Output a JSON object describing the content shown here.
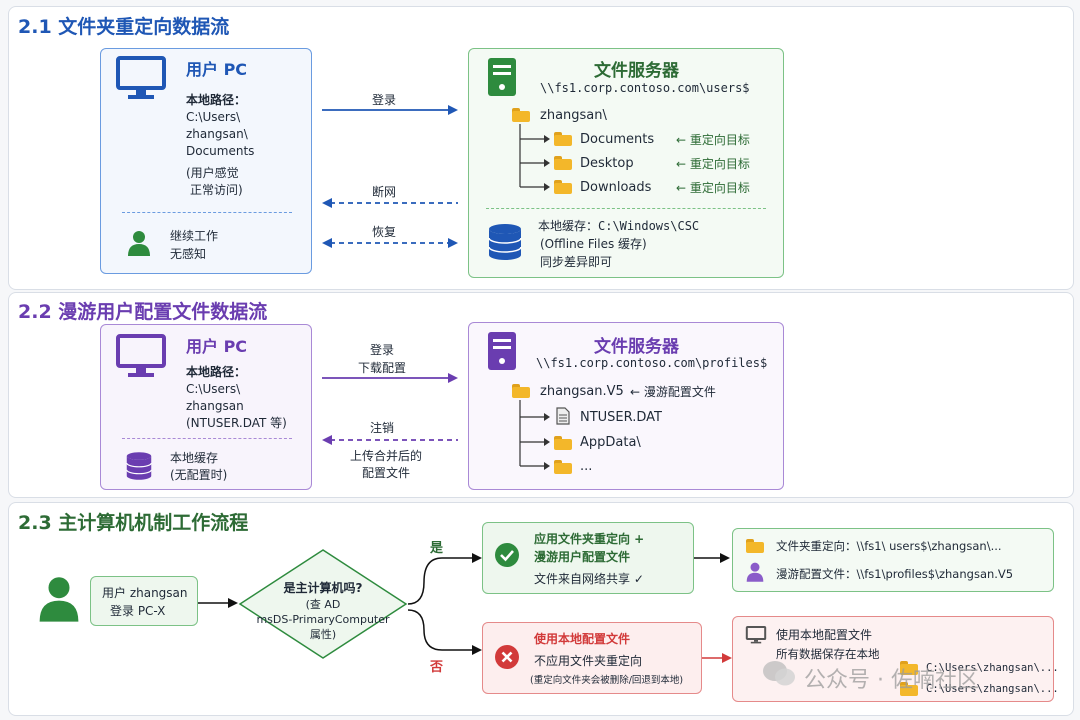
{
  "colors": {
    "blue": "#1f57b5",
    "green": "#2e8b3e",
    "purple": "#6a3db0",
    "red": "#d23a3a",
    "dark_green": "#2d6b35"
  },
  "s1": {
    "title": "2.1  文件夹重定向数据流",
    "pc": {
      "title": "用户 PC",
      "path_label": "本地路径：",
      "path_lines": [
        "C:\\Users\\",
        "zhangsan\\",
        "Documents"
      ],
      "note_lines": [
        "(用户感觉",
        "正常访问)"
      ],
      "work_lines": [
        "继续工作",
        "无感知"
      ]
    },
    "arrows": {
      "login": "登录",
      "offline": "断网",
      "restore": "恢复"
    },
    "server": {
      "title": "文件服务器",
      "path": "\\\\fs1.corp.contoso.com\\users$",
      "root": "zhangsan\\",
      "items": [
        {
          "name": "Documents",
          "tag": "← 重定向目标"
        },
        {
          "name": "Desktop",
          "tag": "← 重定向目标"
        },
        {
          "name": "Downloads",
          "tag": "← 重定向目标"
        }
      ],
      "cache_line1": "本地缓存：C:\\Windows\\CSC",
      "cache_line2": "(Offline Files 缓存)",
      "cache_line3": "同步差异即可"
    }
  },
  "s2": {
    "title": "2.2  漫游用户配置文件数据流",
    "pc": {
      "title": "用户 PC",
      "path_label": "本地路径：",
      "path_lines": [
        "C:\\Users\\",
        "zhangsan",
        "(NTUSER.DAT 等)"
      ],
      "cache_lines": [
        "本地缓存",
        "(无配置时)"
      ]
    },
    "arrows": {
      "login_lines": [
        "登录",
        "下载配置"
      ],
      "logout_lines": [
        "注销",
        "上传合并后的",
        "配置文件"
      ]
    },
    "server": {
      "title": "文件服务器",
      "path": "\\\\fs1.corp.contoso.com\\profiles$",
      "root": "zhangsan.V5",
      "root_tag": "← 漫游配置文件",
      "items": [
        "NTUSER.DAT",
        "AppData\\",
        "..."
      ]
    }
  },
  "s3": {
    "title": "2.3  主计算机机制工作流程",
    "user_lines": [
      "用户 zhangsan",
      "登录 PC-X"
    ],
    "decision_lines": [
      "是主计算机吗?",
      "(查 AD",
      "msDS-PrimaryComputer",
      "属性)"
    ],
    "yes": "是",
    "no": "否",
    "yes_box": {
      "lines": [
        "应用文件夹重定向 +",
        "漫游用户配置文件"
      ],
      "sub": "文件来自网络共享 ✓"
    },
    "no_box": {
      "title": "使用本地配置文件",
      "line2": "不应用文件夹重定向",
      "line3": "(重定向文件夹会被删除/回退到本地)"
    },
    "yes_result": {
      "fr": "文件夹重定向：\\\\fs1\\ users$\\zhangsan\\...",
      "rp": "漫游配置文件：\\\\fs1\\profiles$\\zhangsan.V5"
    },
    "no_result": {
      "line1": "使用本地配置文件",
      "line2": "所有数据保存在本地",
      "path1": "C:\\Users\\zhangsan\\...",
      "path2": "C:\\Users\\zhangsan\\..."
    }
  },
  "watermark": "公众号 · 佐喃社区"
}
